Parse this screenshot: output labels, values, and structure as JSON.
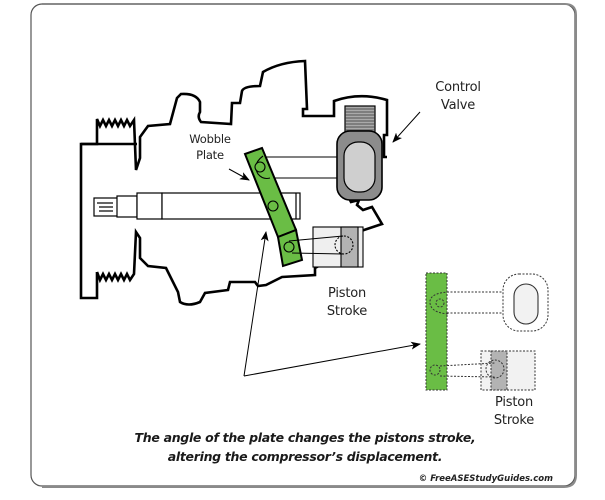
{
  "labels": {
    "control_valve": [
      "Control",
      "Valve"
    ],
    "wobble_plate": [
      "Wobble",
      "Plate"
    ],
    "piston_stroke_main": [
      "Piston",
      "Stroke"
    ],
    "piston_stroke_detail": [
      "Piston",
      "Stroke"
    ]
  },
  "caption": {
    "line1": "The angle of the plate changes the pistons stroke,",
    "line2": "altering the compressor’s displacement."
  },
  "copyright": "© FreeASEStudyGuides.com",
  "colors": {
    "wobble_plate_green": "#6abd45",
    "valve_dark_gray": "#8c8c8c",
    "valve_light_gray": "#cfcfcf",
    "piston_gray": "#b3b3b3",
    "piston_light": "#efefef",
    "frame_border": "#777777",
    "outline": "#000000"
  }
}
